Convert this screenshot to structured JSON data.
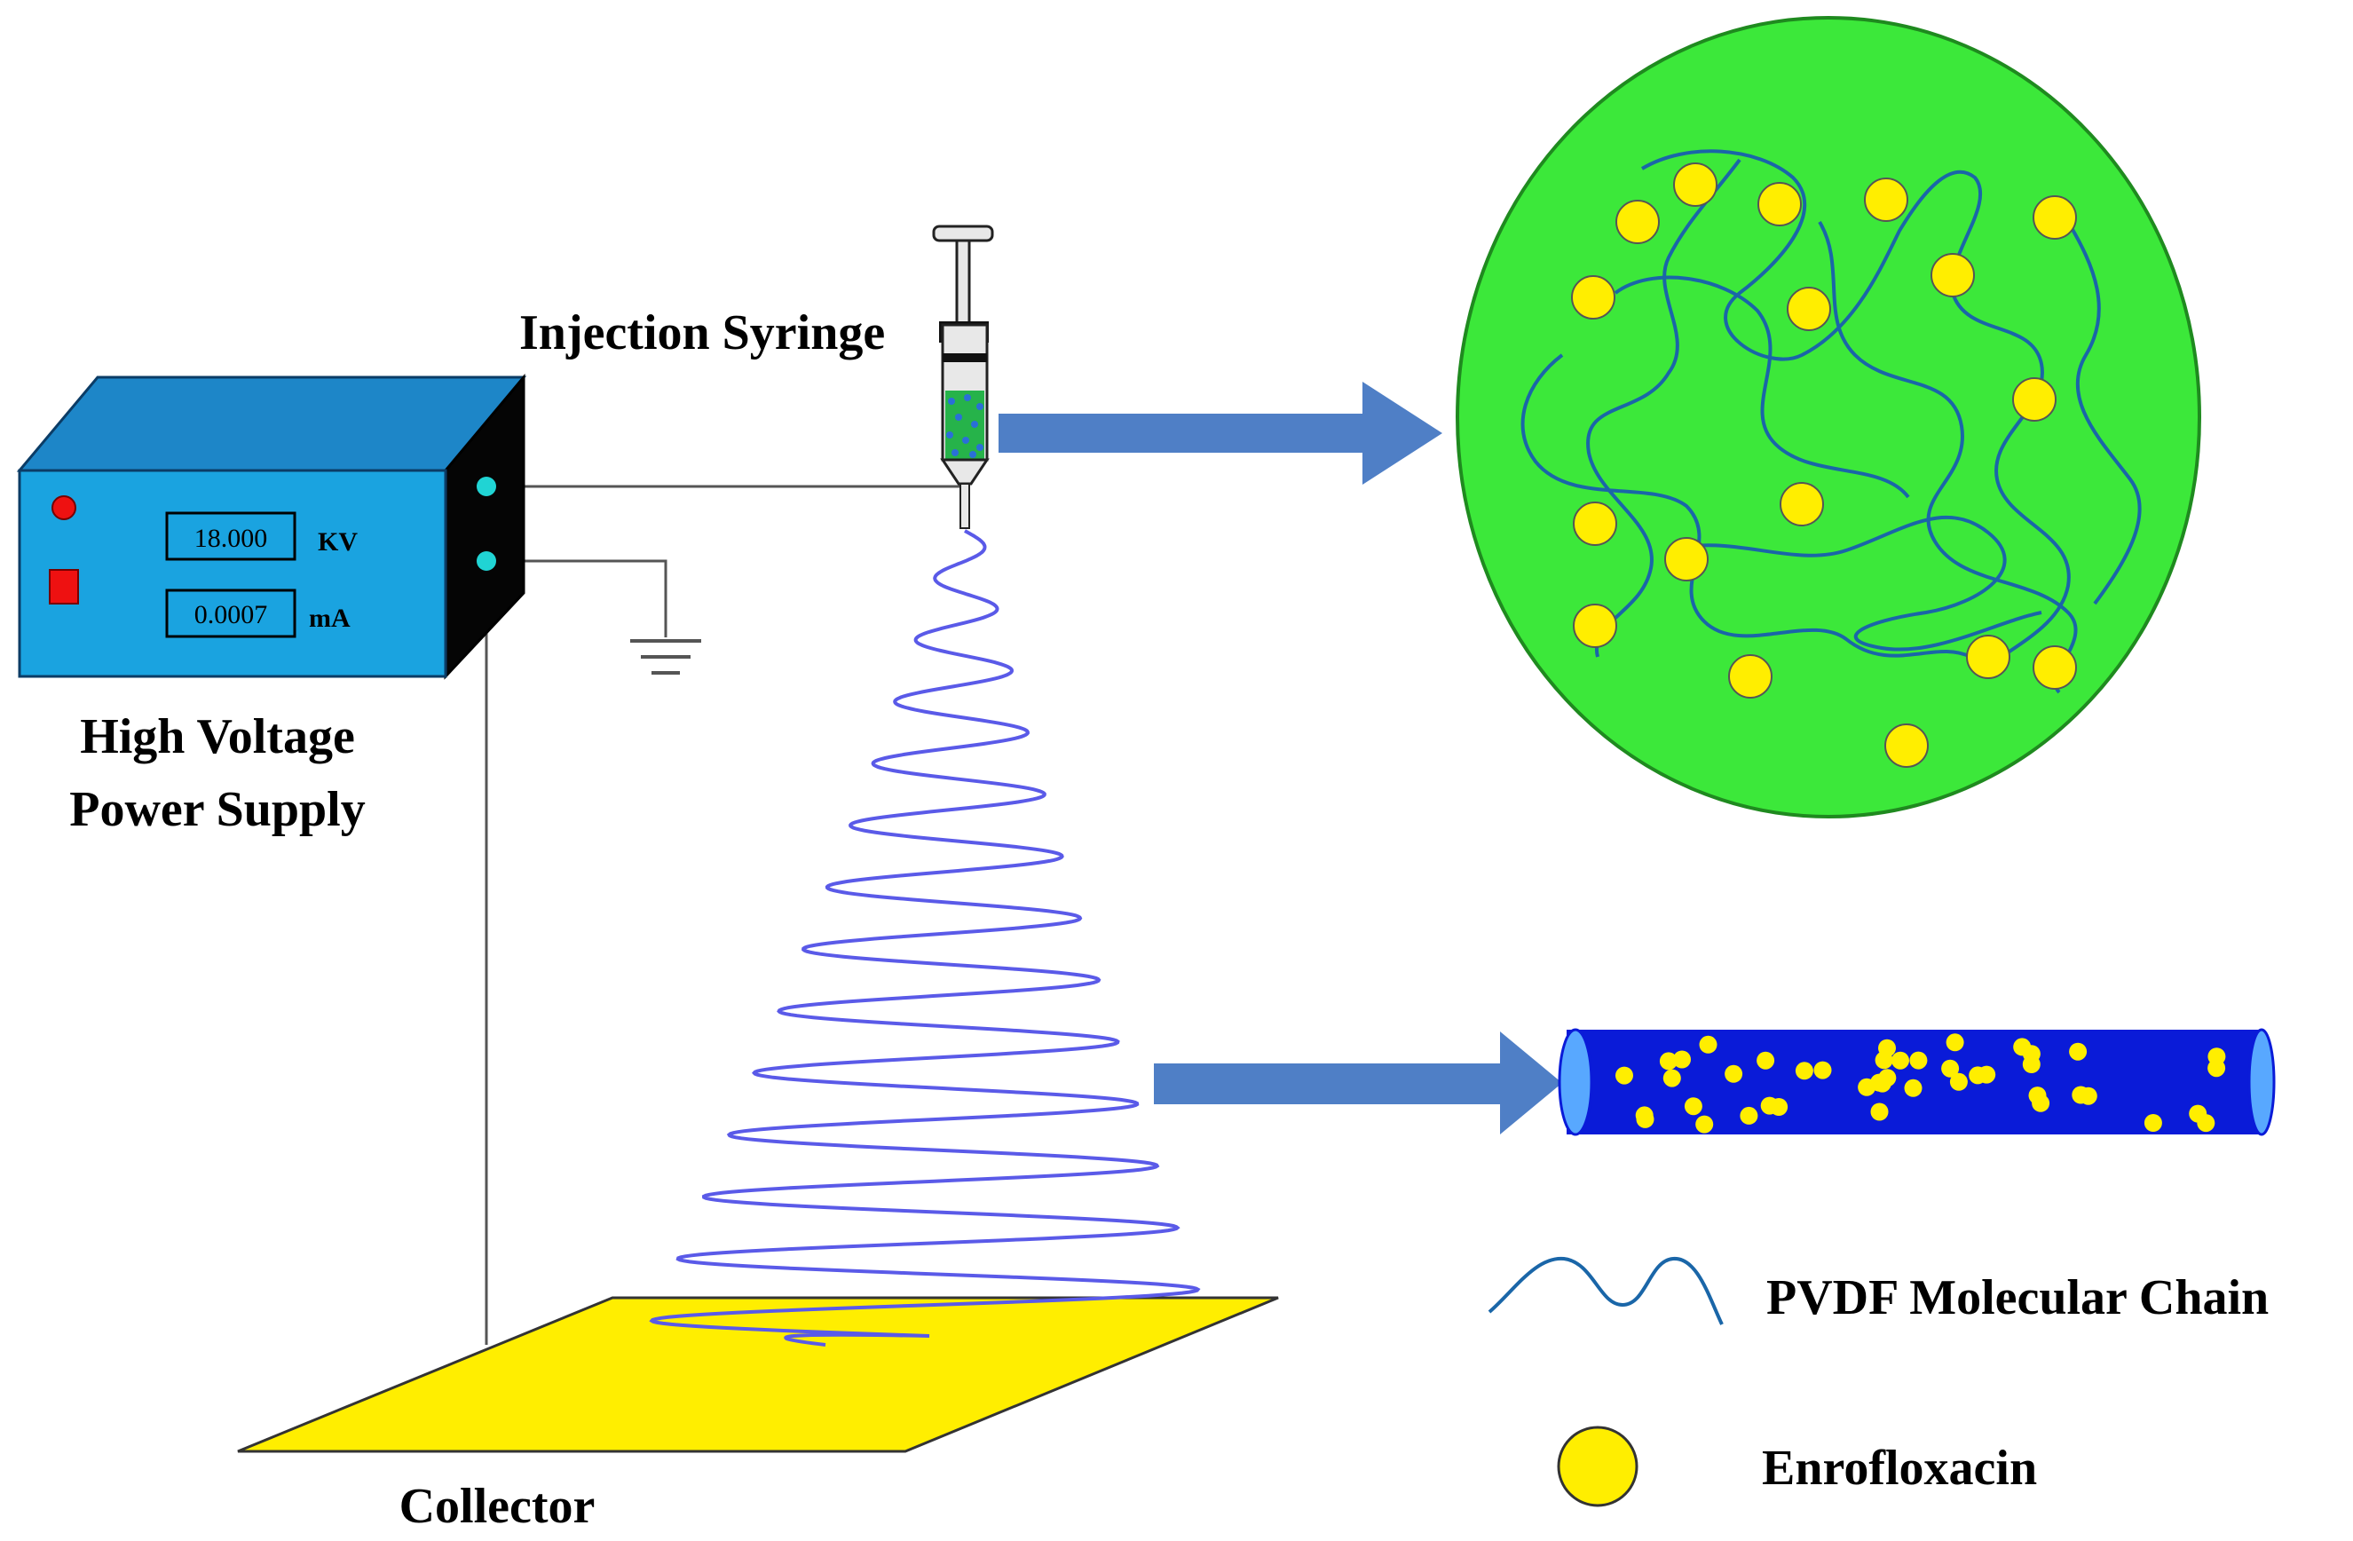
{
  "labels": {
    "syringe": "Injection Syringe",
    "power_supply_line1": "High Voltage",
    "power_supply_line2": "Power Supply",
    "collector": "Collector"
  },
  "power_supply": {
    "voltage_value": "18.000",
    "voltage_unit": "KV",
    "current_value": "0.0007",
    "current_unit": "mA"
  },
  "legend": {
    "chain_label": "PVDF Molecular Chain",
    "drug_label": "Enrofloxacin"
  },
  "colors": {
    "box_front": "#1aa3e0",
    "box_top": "#1d86c8",
    "box_side": "#050505",
    "spot_fill": "#3ce83a",
    "particle": "#ffee00",
    "fiber": "#0a1bd8",
    "jet": "#5a5ae8",
    "chain": "#1a66a8",
    "arrow": "#4f7fc6",
    "collector": "#ffee00",
    "wire": "#555555"
  }
}
